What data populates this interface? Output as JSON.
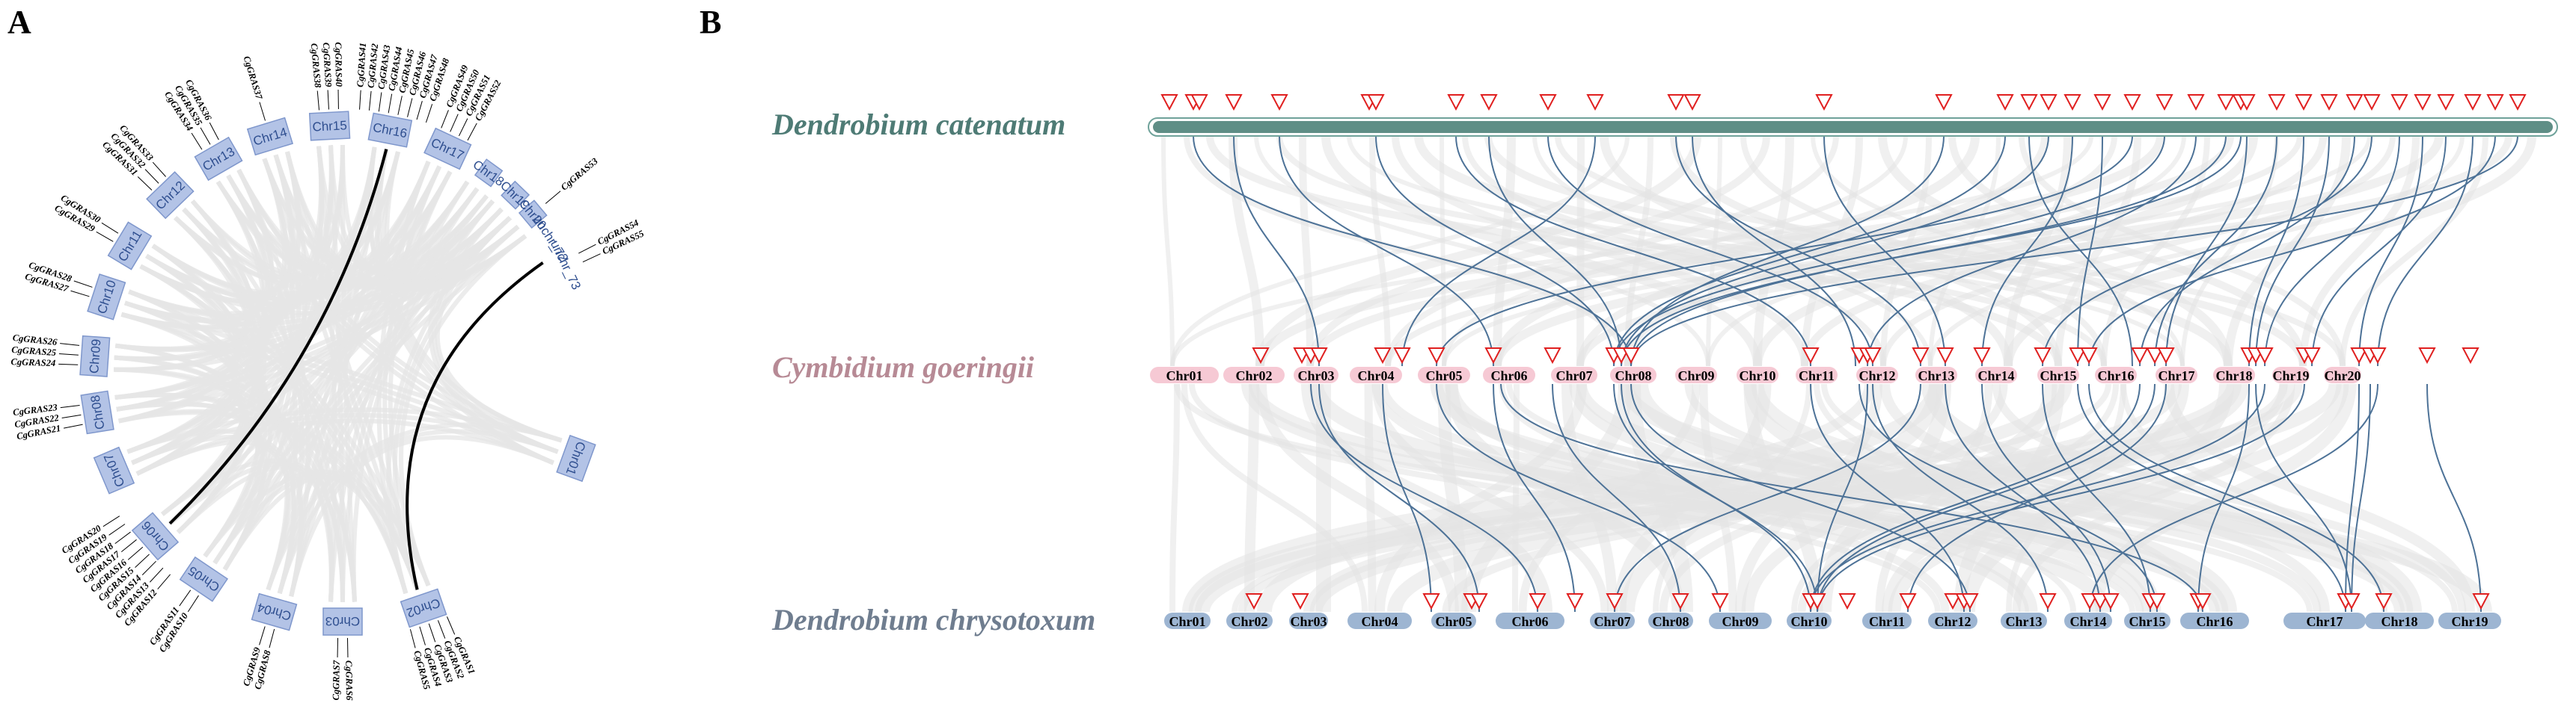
{
  "panels": {
    "a_label": "A",
    "b_label": "B"
  },
  "panel_a": {
    "chromosomes": [
      "Chr01",
      "Chr02",
      "Chr03",
      "Chr04",
      "Chr05",
      "Chr06",
      "Chr07",
      "Chr08",
      "Chr09",
      "Chr10",
      "Chr11",
      "Chr12",
      "Chr13",
      "Chr14",
      "Chr15",
      "Chr16",
      "Chr17",
      "Chr18",
      "Chr19",
      "Chr20",
      "unchr_72",
      "unchr_73"
    ],
    "gene_groups": [
      {
        "chr": "Chr02",
        "genes": [
          "CgGRAS1",
          "CgGRAS2",
          "CgGRAS3",
          "CgGRAS4",
          "CgGRAS5"
        ]
      },
      {
        "chr": "Chr03",
        "genes": [
          "CgGRAS6",
          "CgGRAS7"
        ]
      },
      {
        "chr": "Chr04",
        "genes": [
          "CgGRAS8",
          "CgGRAS9"
        ]
      },
      {
        "chr": "Chr05",
        "genes": [
          "CgGRAS10",
          "CgGRAS11"
        ]
      },
      {
        "chr": "Chr06",
        "genes": [
          "CgGRAS12",
          "CgGRAS13",
          "CgGRAS14",
          "CgGRAS15",
          "CgGRAS16",
          "CgGRAS17",
          "CgGRAS18",
          "CgGRAS19",
          "CgGRAS20"
        ]
      },
      {
        "chr": "Chr08",
        "genes": [
          "CgGRAS21",
          "CgGRAS22",
          "CgGRAS23"
        ]
      },
      {
        "chr": "Chr09",
        "genes": [
          "CgGRAS24",
          "CgGRAS25",
          "CgGRAS26"
        ]
      },
      {
        "chr": "Chr10",
        "genes": [
          "CgGRAS27",
          "CgGRAS28"
        ]
      },
      {
        "chr": "Chr11",
        "genes": [
          "CgGRAS29",
          "CgGRAS30"
        ]
      },
      {
        "chr": "Chr12",
        "genes": [
          "CgGRAS31",
          "CgGRAS32",
          "CgGRAS33"
        ]
      },
      {
        "chr": "Chr13",
        "genes": [
          "CgGRAS34",
          "CgGRAS35",
          "CgGRAS36"
        ]
      },
      {
        "chr": "Chr14",
        "genes": [
          "CgGRAS37"
        ]
      },
      {
        "chr": "Chr15",
        "genes": [
          "CgGRAS38",
          "CgGRAS39",
          "CgGRAS40"
        ]
      },
      {
        "chr": "Chr16",
        "genes": [
          "CgGRAS41",
          "CgGRAS42",
          "CgGRAS43",
          "CgGRAS44",
          "CgGRAS45",
          "CgGRAS46",
          "CgGRAS47",
          "CgGRAS48"
        ]
      },
      {
        "chr": "Chr17",
        "genes": [
          "CgGRAS49",
          "CgGRAS50",
          "CgGRAS51",
          "CgGRAS52"
        ]
      },
      {
        "chr": "Chr20",
        "genes": [
          "CgGRAS53"
        ]
      },
      {
        "chr": "unchr_73",
        "genes": [
          "CgGRAS54",
          "CgGRAS55"
        ]
      }
    ],
    "highlighted_pairs": [
      {
        "from": "Chr16",
        "to": "Chr06"
      },
      {
        "from": "unchr_73",
        "to": "Chr02"
      }
    ],
    "colors": {
      "chromosome_fill": "#b3c3e6",
      "chromosome_text": "#2e4e8f",
      "background_links": "#e6e6e6",
      "highlight_links": "#000000"
    }
  },
  "panel_b": {
    "species": [
      {
        "name": "Dendrobium catenatum",
        "color": "#4e7b75"
      },
      {
        "name": "Cymbidium goeringii",
        "color": "#b78a95"
      },
      {
        "name": "Dendrobium chrysotoxum",
        "color": "#6f7d8f"
      }
    ],
    "cymbidium_chromosomes": [
      "Chr01",
      "Chr02",
      "Chr03",
      "Chr04",
      "Chr05",
      "Chr06",
      "Chr07",
      "Chr08",
      "Chr09",
      "Chr10",
      "Chr11",
      "Chr12",
      "Chr13",
      "Chr14",
      "Chr15",
      "Chr16",
      "Chr17",
      "Chr18",
      "Chr19",
      "Chr20"
    ],
    "chrysotoxum_chromosomes": [
      "Chr01",
      "Chr02",
      "Chr03",
      "Chr04",
      "Chr05",
      "Chr06",
      "Chr07",
      "Chr08",
      "Chr09",
      "Chr10",
      "Chr11",
      "Chr12",
      "Chr13",
      "Chr14",
      "Chr15",
      "Chr16",
      "Chr17",
      "Chr18",
      "Chr19"
    ],
    "colors": {
      "catenatum_bar": "#5f8e86",
      "cymbidium_chr": "#f6c9d4",
      "chrysotoxum_chr": "#9db5d2",
      "gene_marker": "#e02020",
      "ortholog_links": "#4d7297",
      "background_links": "#e3e3e3"
    }
  }
}
